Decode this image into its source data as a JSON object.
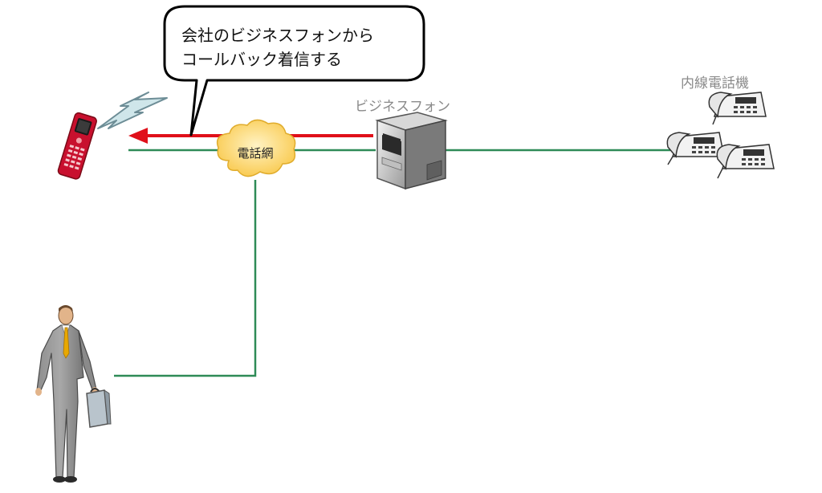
{
  "callout": {
    "line1": "会社のビジネスフォンから",
    "line2": "コールバック着信する"
  },
  "labels": {
    "business_phone": "ビジネスフォン",
    "extension_phones": "内線電話機",
    "phone_network": "電話網"
  },
  "colors": {
    "line": "#2e8b57",
    "arrow": "#e0101a",
    "label_gray": "#8a8a8a",
    "cloud": "#ffd86b",
    "mobile": "#c8102e"
  },
  "icons": [
    "mobile-phone-icon",
    "lightning-icon",
    "cloud-icon",
    "pbx-server-icon",
    "desk-phone-icon",
    "businessman-icon"
  ]
}
